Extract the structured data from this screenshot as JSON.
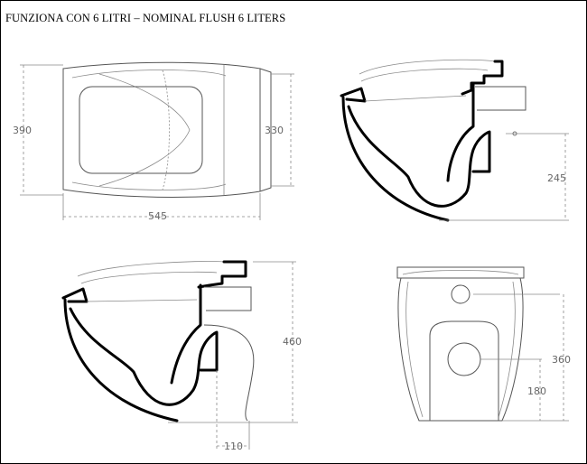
{
  "title": "FUNZIONA CON 6 LITRI – NOMINAL FLUSH 6 LITERS",
  "views": {
    "top": {
      "dim_width": "390",
      "dim_length": "545",
      "dim_rear": "330"
    },
    "side_top": {
      "dim_height": "245"
    },
    "side_bottom": {
      "dim_height": "460",
      "dim_outlet": "110"
    },
    "rear": {
      "dim_inlet": "360",
      "dim_outlet": "180"
    }
  }
}
